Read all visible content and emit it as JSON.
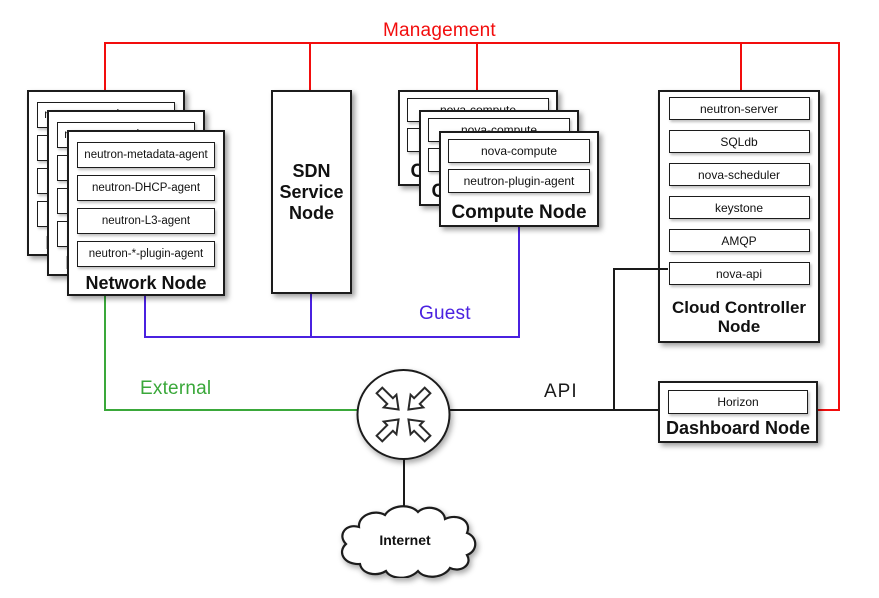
{
  "diagram": {
    "networks": {
      "management": {
        "label": "Management",
        "color": "#f20d0d"
      },
      "guest": {
        "label": "Guest",
        "color": "#4a21e0"
      },
      "external": {
        "label": "External",
        "color": "#3aa83a"
      },
      "api": {
        "label": "API",
        "color": "#1a1a1a"
      }
    },
    "nodes": {
      "network": {
        "title": "Network Node",
        "stack_count": 3,
        "services": [
          "neutron-metadata-agent",
          "neutron-DHCP-agent",
          "neutron-L3-agent",
          "neutron-*-plugin-agent"
        ]
      },
      "sdn": {
        "title_lines": [
          "SDN",
          "Service",
          "Node"
        ]
      },
      "compute": {
        "title": "Compute Node",
        "stack_count": 3,
        "services": [
          "nova-compute",
          "neutron-plugin-agent"
        ]
      },
      "cloud_controller": {
        "title_lines": [
          "Cloud Controller",
          "Node"
        ],
        "services": [
          "neutron-server",
          "SQLdb",
          "nova-scheduler",
          "keystone",
          "AMQP",
          "nova-api"
        ]
      },
      "dashboard": {
        "title": "Dashboard Node",
        "services": [
          "Horizon"
        ]
      },
      "internet": {
        "title": "Internet"
      }
    }
  }
}
